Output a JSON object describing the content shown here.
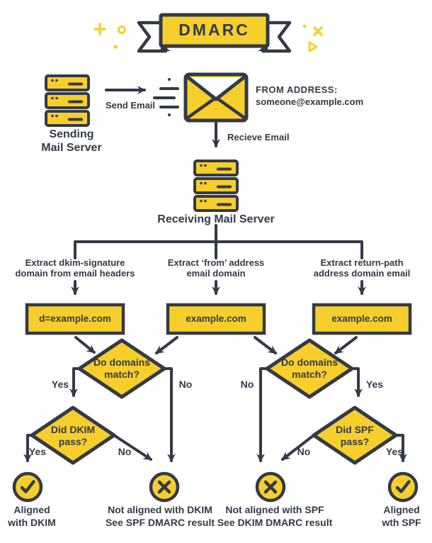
{
  "colors": {
    "yellow": "#F7CF2D",
    "outline": "#333A46",
    "background": "#FFFFFF"
  },
  "banner": {
    "title": "DMARC"
  },
  "flow_top": {
    "sending_server_label": "Sending\nMail Server",
    "send_email_label": "Send Email",
    "from_address_title": "FROM ADDRESS:",
    "from_address_value": "someone@example.com",
    "receive_email_label": "Recieve Email",
    "receiving_server_label": "Receiving Mail Server"
  },
  "branches": {
    "dkim": {
      "extract_label": "Extract dkim-signature\ndomain from email headers",
      "domain_box": "d=example.com",
      "match_question": "Do domains\nmatch?",
      "match_yes": "Yes",
      "match_no": "No",
      "pass_question": "Did DKIM\npass?",
      "pass_yes": "Yes",
      "pass_no": "No",
      "aligned_result": "Aligned\nwith DKIM",
      "not_aligned_result": "Not aligned with DKIM\nSee SPF DMARC result"
    },
    "from": {
      "extract_label": "Extract ‘from’ address\nemail domain",
      "domain_box": "example.com"
    },
    "spf": {
      "extract_label": "Extract return-path\naddress domain email",
      "domain_box": "example.com",
      "match_question": "Do domains\nmatch?",
      "match_yes": "Yes",
      "match_no": "No",
      "pass_question": "Did SPF\npass?",
      "pass_yes": "Yes",
      "pass_no": "No",
      "aligned_result": "Aligned\nwth SPF",
      "not_aligned_result": "Not aligned with SPF\nSee DKIM DMARC result"
    }
  },
  "icons": {
    "pass": "check-circle-icon",
    "fail": "x-circle-icon",
    "server": "server-stack-icon",
    "email": "envelope-icon"
  }
}
